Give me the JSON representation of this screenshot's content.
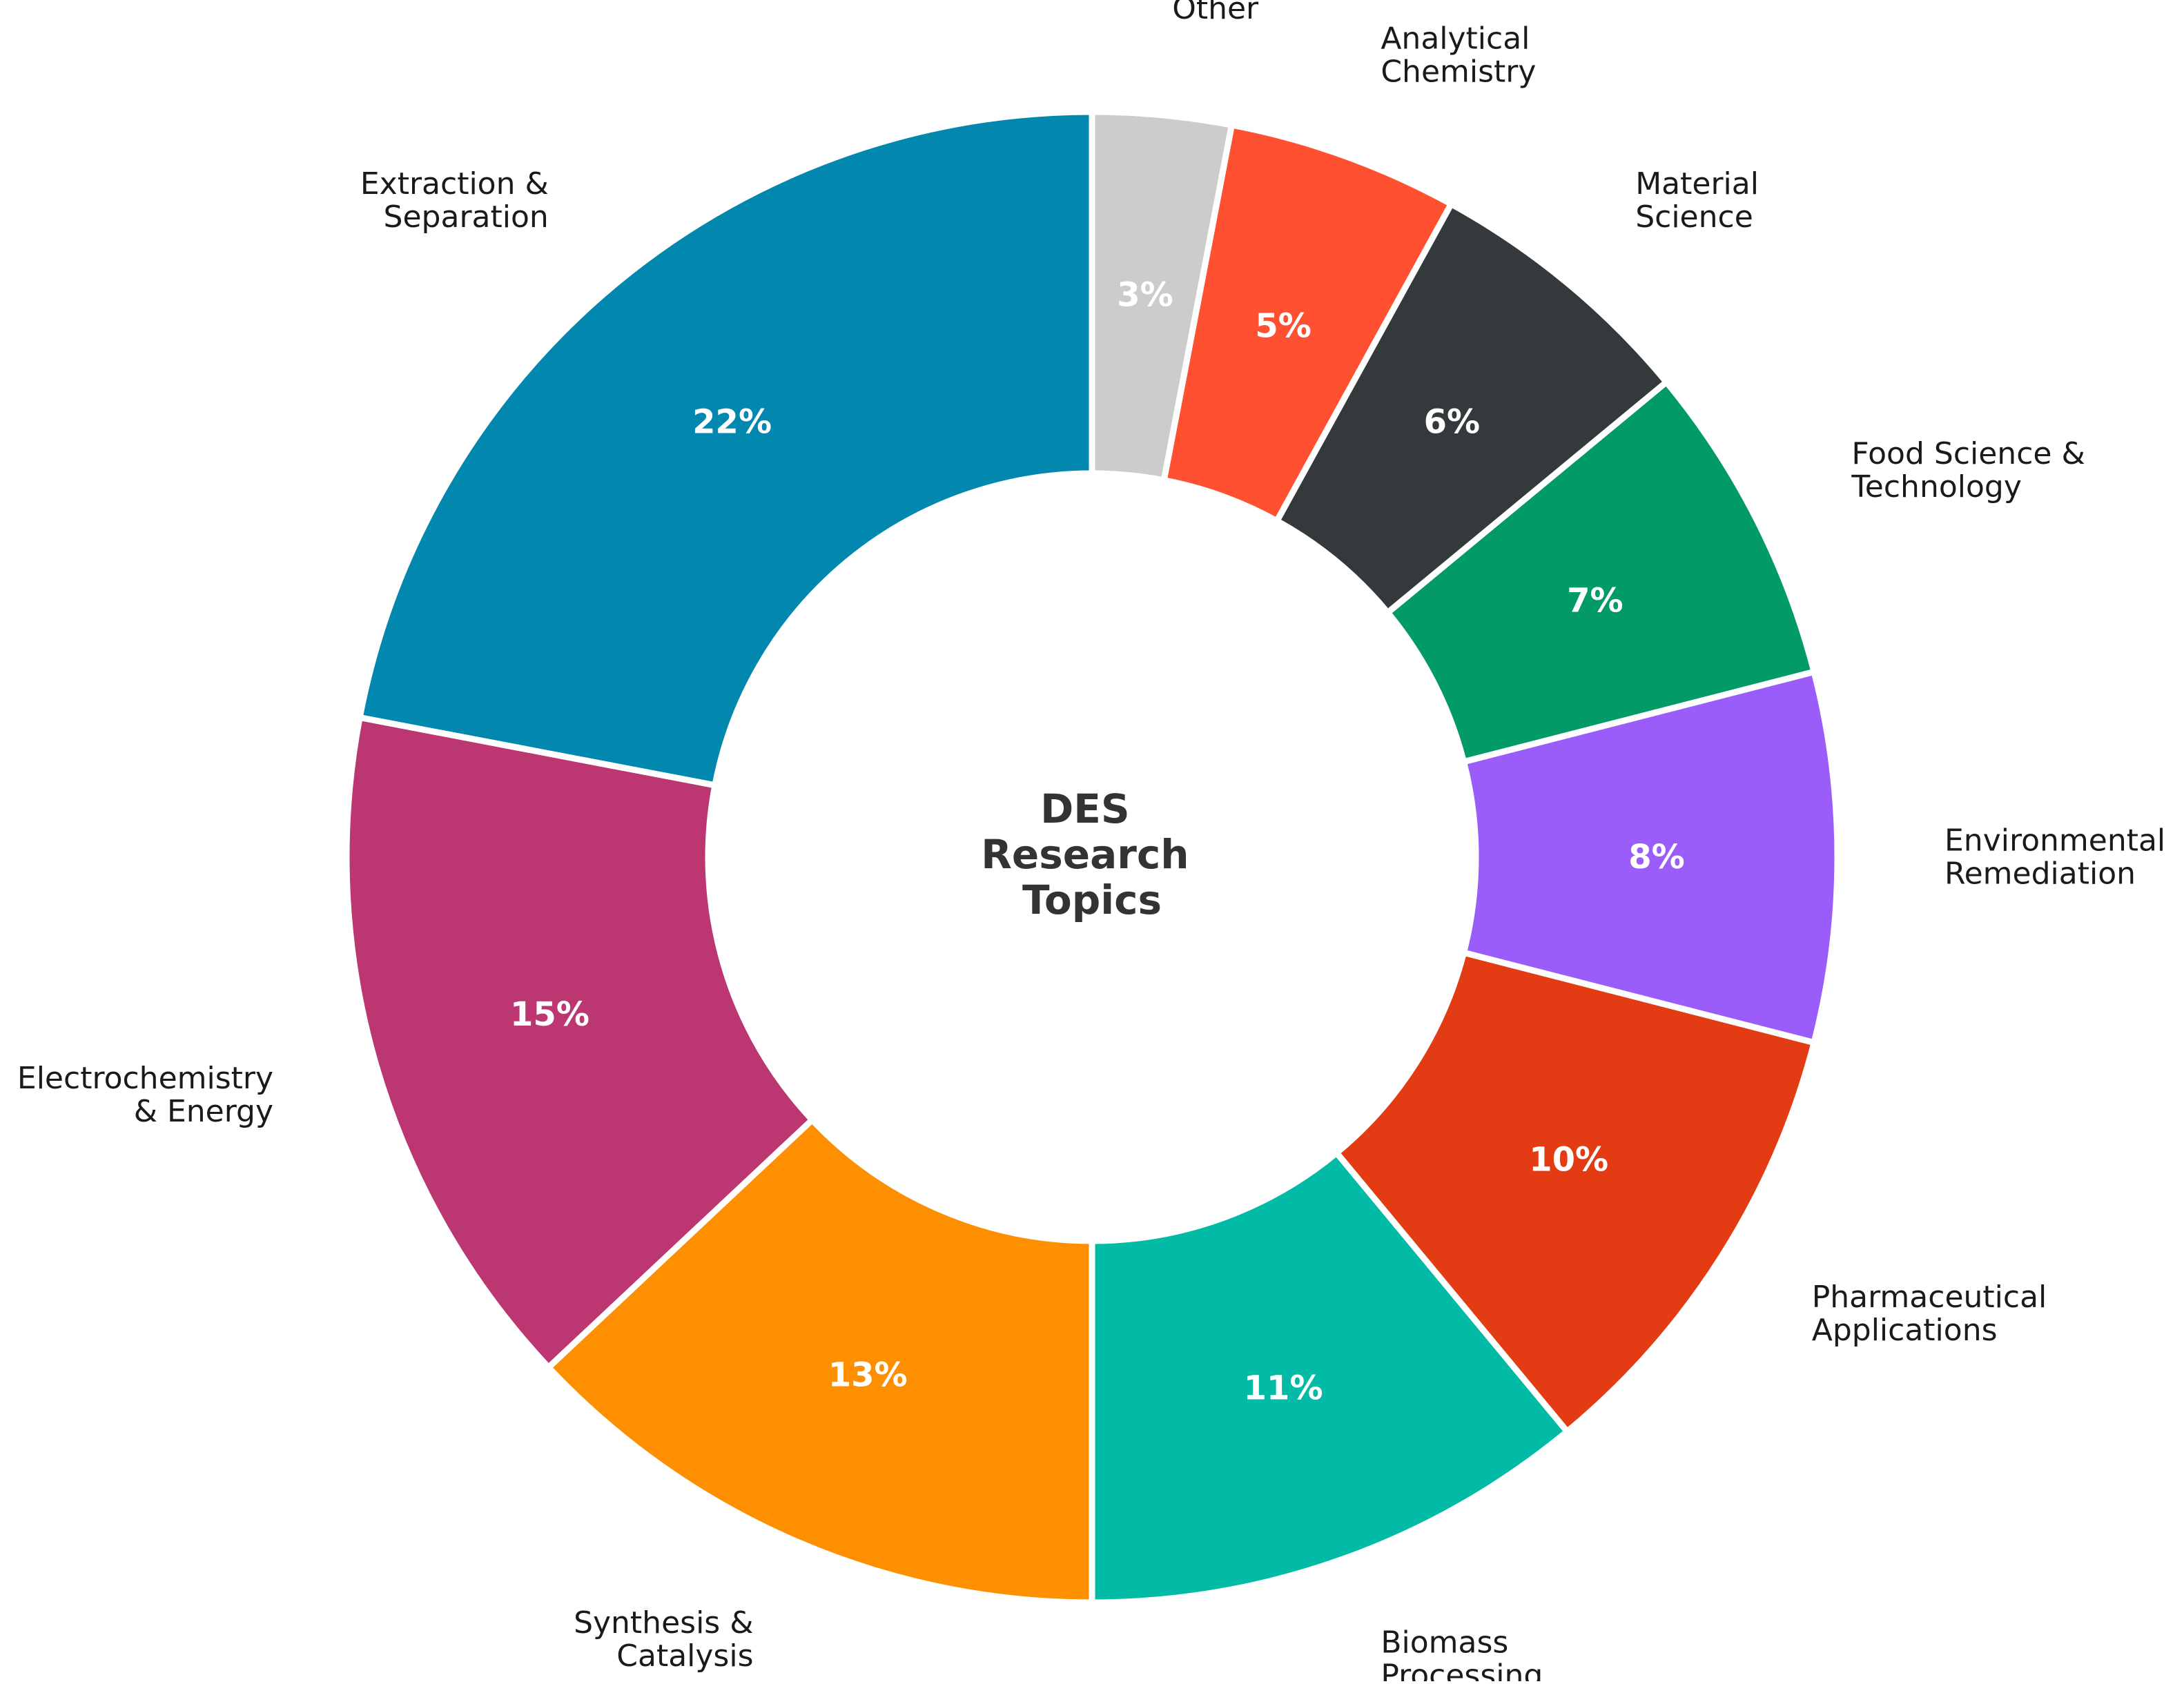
{
  "chart_data": {
    "type": "pie",
    "variant": "donut",
    "center_title": [
      "DES",
      "Research",
      "Topics"
    ],
    "start_angle_deg": 90,
    "direction": "counterclockwise",
    "slices": [
      {
        "category": "Extraction & Separation",
        "label_lines": [
          "Extraction &",
          "Separation"
        ],
        "value": 22,
        "pct_label": "22%",
        "color": "#0288AE"
      },
      {
        "category": "Electrochemistry & Energy",
        "label_lines": [
          "Electrochemistry",
          "& Energy"
        ],
        "value": 15,
        "pct_label": "15%",
        "color": "#BC3672"
      },
      {
        "category": "Synthesis & Catalysis",
        "label_lines": [
          "Synthesis &",
          "Catalysis"
        ],
        "value": 13,
        "pct_label": "13%",
        "color": "#FD8F00"
      },
      {
        "category": "Biomass Processing",
        "label_lines": [
          "Biomass",
          "Processing"
        ],
        "value": 11,
        "pct_label": "11%",
        "color": "#02BBA6"
      },
      {
        "category": "Pharmaceutical Applications",
        "label_lines": [
          "Pharmaceutical",
          "Applications"
        ],
        "value": 10,
        "pct_label": "10%",
        "color": "#E33B13"
      },
      {
        "category": "Environmental Remediation",
        "label_lines": [
          "Environmental",
          "Remediation"
        ],
        "value": 8,
        "pct_label": "8%",
        "color": "#9B5DF9"
      },
      {
        "category": "Food Science & Technology",
        "label_lines": [
          "Food Science &",
          "Technology"
        ],
        "value": 7,
        "pct_label": "7%",
        "color": "#029B68"
      },
      {
        "category": "Material Science",
        "label_lines": [
          "Material",
          "Science"
        ],
        "value": 6,
        "pct_label": "6%",
        "color": "#343A3C"
      },
      {
        "category": "Analytical Chemistry",
        "label_lines": [
          "Analytical",
          "Chemistry"
        ],
        "value": 5,
        "pct_label": "5%",
        "color": "#FF5032"
      },
      {
        "category": "Other",
        "label_lines": [
          "Other"
        ],
        "value": 3,
        "pct_label": "3%",
        "color": "#CCCCCC"
      }
    ]
  }
}
